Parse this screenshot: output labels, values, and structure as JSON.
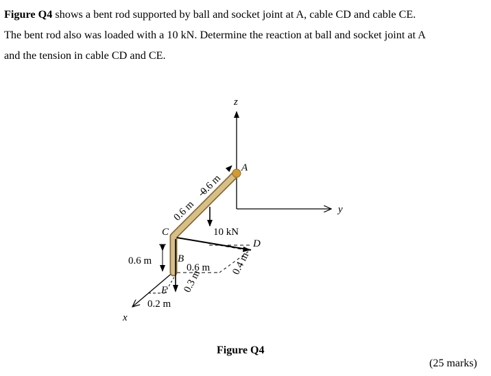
{
  "question": {
    "fig_ref": "Figure Q4",
    "line1_rest": " shows a bent rod supported by ball and socket joint at A, cable CD and cable CE.",
    "line2": "The bent rod also was loaded with a 10 kN. Determine the reaction at ball and socket joint at A",
    "line3": "and the tension in cable CD and CE."
  },
  "figure": {
    "axes": {
      "z": "z",
      "y": "y",
      "x": "x"
    },
    "points": {
      "A": "A",
      "B": "B",
      "C": "C",
      "D": "D",
      "E": "E"
    },
    "load": "10 kN",
    "dims": {
      "ac1": "0.6 m",
      "ac2": "0.6 m",
      "bc_vert": "0.6 m",
      "b_to_d": "0.6 m",
      "e_to_b": "0.3 m",
      "d_offset": "0.4 m",
      "e_x": "0.2 m"
    },
    "caption": "Figure Q4"
  },
  "marks": "(25 marks)",
  "colors": {
    "rod": "#d7bf8a",
    "rod_edge": "#8a6a32",
    "joint": "#d49a2f"
  }
}
